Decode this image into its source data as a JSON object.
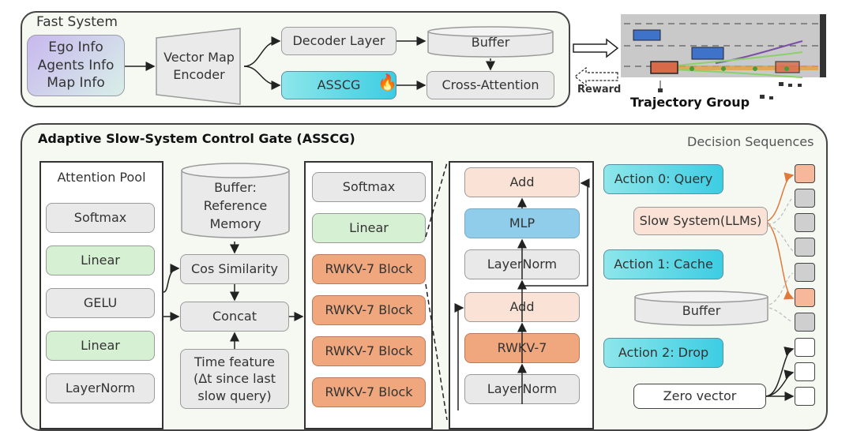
{
  "fast_system": {
    "title": "Fast System",
    "input_lines": [
      "Ego Info",
      "Agents Info",
      "Map Info"
    ],
    "encoder": [
      "Vector Map",
      "Encoder"
    ],
    "decoder_layer": "Decoder Layer",
    "buffer": "Buffer",
    "asscg": "ASSCG",
    "cross_attention": "Cross-Attention",
    "reward": "Reward",
    "trajectory_group": "Trajectory Group"
  },
  "asscg_panel": {
    "title": "Adaptive Slow-System Control Gate (ASSCG)",
    "decision_sequences": "Decision Sequences",
    "attention_pool": {
      "title": "Attention Pool",
      "layers": [
        "Softmax",
        "Linear",
        "GELU",
        "Linear",
        "LayerNorm"
      ]
    },
    "memory": {
      "buffer_lines": [
        "Buffer:",
        "Reference",
        "Memory"
      ],
      "cos_similarity": "Cos Similarity",
      "concat": "Concat",
      "time_feature_lines": [
        "Time feature",
        "(Δt since last",
        "slow query)"
      ]
    },
    "stack": [
      "Softmax",
      "Linear",
      "RWKV-7 Block",
      "RWKV-7 Block",
      "RWKV-7 Block",
      "RWKV-7 Block"
    ],
    "block_detail": [
      "Add",
      "MLP",
      "LayerNorm",
      "Add",
      "RWKV-7",
      "LayerNorm"
    ],
    "actions": {
      "query": "Action 0: Query",
      "slow_system": "Slow System(LLMs)",
      "cache": "Action 1: Cache",
      "buffer": "Buffer",
      "drop": "Action 2: Drop",
      "zero_vector": "Zero vector"
    }
  },
  "colors": {
    "rwkv_block": "#f1a77d",
    "linear": "#d6f0d4",
    "mlp": "#8fcdea",
    "asscg": "#3ccde3",
    "action": "#3ccde3",
    "add": "#fae3d6",
    "panel_bg": "#f6f8f2"
  }
}
